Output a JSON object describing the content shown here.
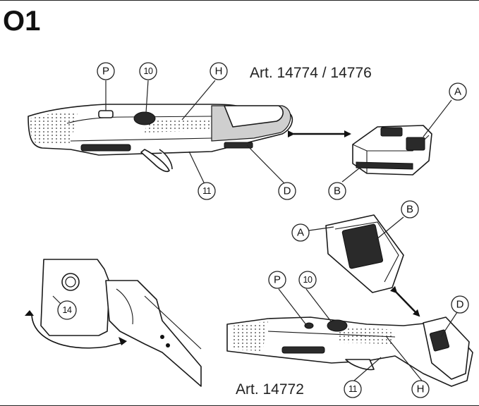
{
  "figure_label": "O1",
  "model_labels": {
    "top": "Art. 14774 / 14776",
    "bottom": "Art. 14772"
  },
  "callouts": {
    "P": "P",
    "ten": "10",
    "H": "H",
    "A": "A",
    "B": "B",
    "eleven": "11",
    "D": "D",
    "fourteen": "14"
  }
}
